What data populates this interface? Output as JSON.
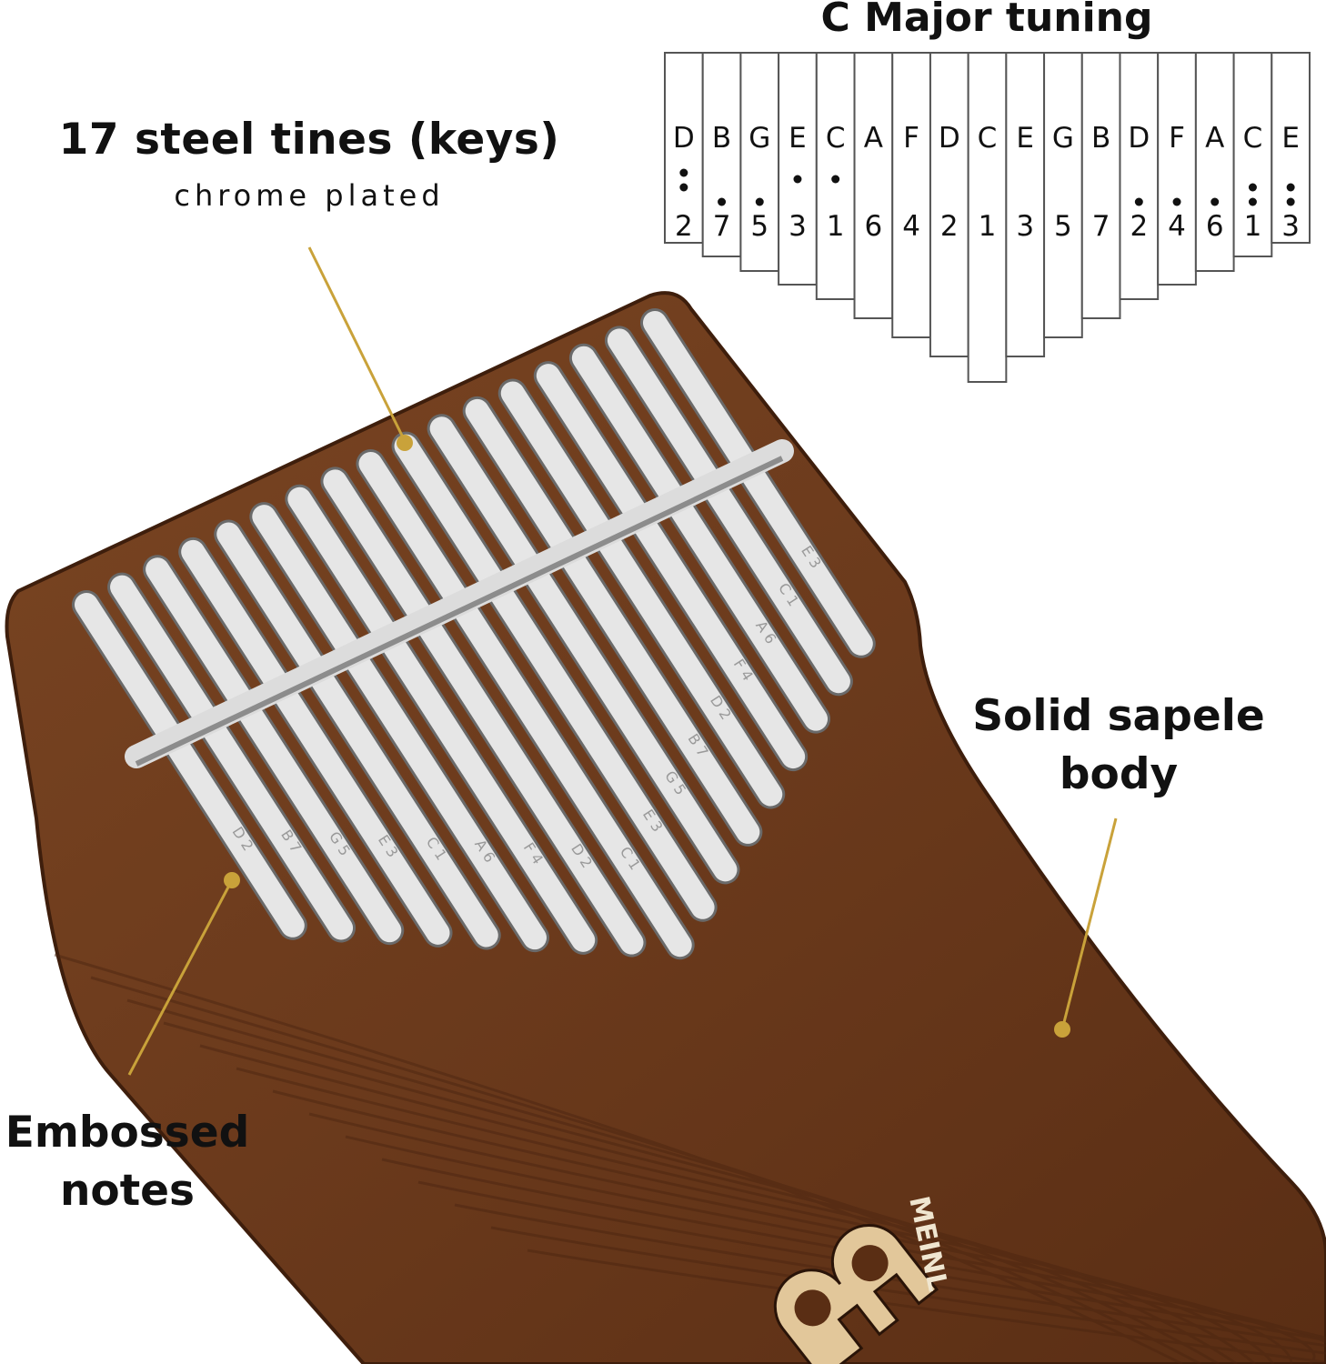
{
  "callouts": {
    "tines_title": "17 steel tines (keys)",
    "tines_subtitle": "chrome plated",
    "body_line1": "Solid sapele",
    "body_line2": "body",
    "emboss_line1": "Embossed",
    "emboss_line2": "notes"
  },
  "tuning": {
    "title": "C Major tuning",
    "notes": [
      {
        "letter": "D",
        "number": "2",
        "dots": 2,
        "octave": "low"
      },
      {
        "letter": "B",
        "number": "7",
        "dots": 1,
        "octave": "low"
      },
      {
        "letter": "G",
        "number": "5",
        "dots": 1,
        "octave": "low"
      },
      {
        "letter": "E",
        "number": "3",
        "dots": 1,
        "octave": "low-mid"
      },
      {
        "letter": "C",
        "number": "1",
        "dots": 1,
        "octave": "low-mid"
      },
      {
        "letter": "A",
        "number": "6",
        "dots": 0,
        "octave": "mid"
      },
      {
        "letter": "F",
        "number": "4",
        "dots": 0,
        "octave": "mid"
      },
      {
        "letter": "D",
        "number": "2",
        "dots": 0,
        "octave": "mid"
      },
      {
        "letter": "C",
        "number": "1",
        "dots": 0,
        "octave": "mid"
      },
      {
        "letter": "E",
        "number": "3",
        "dots": 0,
        "octave": "mid"
      },
      {
        "letter": "G",
        "number": "5",
        "dots": 0,
        "octave": "mid"
      },
      {
        "letter": "B",
        "number": "7",
        "dots": 0,
        "octave": "mid"
      },
      {
        "letter": "D",
        "number": "2",
        "dots": 1,
        "octave": "high"
      },
      {
        "letter": "F",
        "number": "4",
        "dots": 1,
        "octave": "high"
      },
      {
        "letter": "A",
        "number": "6",
        "dots": 1,
        "octave": "high"
      },
      {
        "letter": "C",
        "number": "1",
        "dots": 2,
        "octave": "high"
      },
      {
        "letter": "E",
        "number": "3",
        "dots": 2,
        "octave": "high"
      }
    ]
  },
  "logo": {
    "text": "MEINL"
  },
  "colors": {
    "wood": "#6b3a1c",
    "wood_dark": "#4a2410",
    "callout": "#c9a23a",
    "logo": "#e2c79a"
  }
}
